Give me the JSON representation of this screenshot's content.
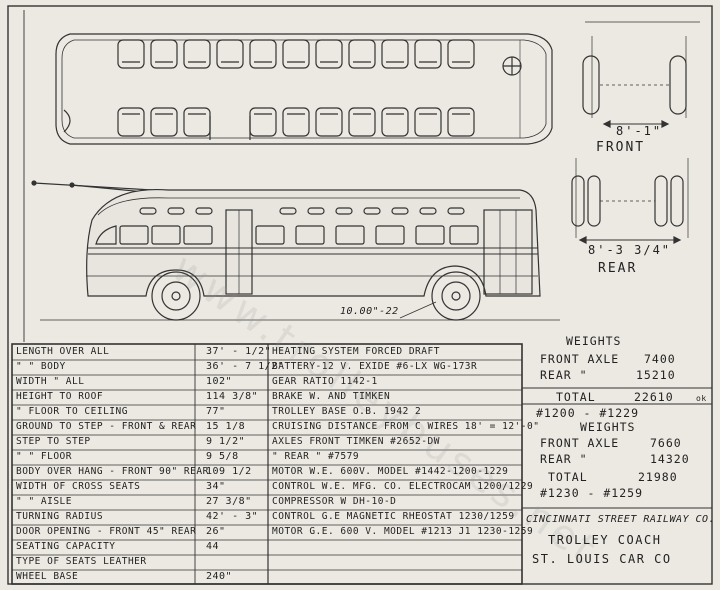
{
  "watermark": "www.trolleybuses.net",
  "labels": {
    "front_width": "8'-1\"",
    "front": "FRONT",
    "rear_width": "8'-3 3/4\"",
    "rear": "REAR",
    "tire": "10.00\"-22"
  },
  "specs_left": [
    {
      "label": "LENGTH OVER ALL",
      "value": "37' - 1/2\""
    },
    {
      "label": "\"    \"  BODY",
      "value": "36' - 7 1/2\""
    },
    {
      "label": "WIDTH    \" ALL",
      "value": "102\""
    },
    {
      "label": "HEIGHT TO ROOF",
      "value": "114 3/8\""
    },
    {
      "label": "\" FLOOR TO CEILING",
      "value": "77\""
    },
    {
      "label": "GROUND TO STEP - FRONT & REAR",
      "value": "15 1/8"
    },
    {
      "label": "STEP TO STEP",
      "value": "9 1/2\""
    },
    {
      "label": "\"   \" FLOOR",
      "value": "9 5/8"
    },
    {
      "label": "BODY OVER HANG - FRONT 90\"  REAR",
      "value": "109 1/2"
    },
    {
      "label": "WIDTH OF CROSS SEATS",
      "value": "34\""
    },
    {
      "label": "\"    \" AISLE",
      "value": "27 3/8\""
    },
    {
      "label": "TURNING RADIUS",
      "value": "42' - 3\""
    },
    {
      "label": "DOOR OPENING - FRONT 45\"  REAR",
      "value": "26\""
    },
    {
      "label": "SEATING CAPACITY",
      "value": "44"
    },
    {
      "label": "TYPE OF SEATS          LEATHER",
      "value": ""
    },
    {
      "label": "WHEEL BASE",
      "value": "240\""
    }
  ],
  "specs_mid": [
    "HEATING SYSTEM   FORCED DRAFT",
    "BATTERY-12 V. EXIDE #6-LX WG-173R",
    "GEAR RATIO 1142-1",
    "BRAKE  W. AND TIMKEN",
    "TROLLEY BASE  O.B.   1942 2",
    "CRUISING DISTANCE FROM C WIRES 18' = 12'-0\"",
    "AXLES FRONT    TIMKEN #2652-DW",
    "\"    REAR      \"   #7579",
    "MOTOR  W.E. 600V. MODEL #1442-1200-1229",
    "CONTROL  W.E. MFG. CO. ELECTROCAM 1200/1229",
    "COMPRESSOR  W  DH-10-D",
    "CONTROL G.E MAGNETIC RHEOSTAT 1230/1259",
    "MOTOR G.E. 600 V. MODEL #1213 J1 1230-1259",
    "",
    "",
    ""
  ],
  "weights1": {
    "title": "WEIGHTS",
    "front_axle_label": "FRONT AXLE",
    "front_axle": "7400",
    "rear_label": "REAR    \"",
    "rear": "15210",
    "total_label": "TOTAL",
    "total": "22610",
    "check": "ok",
    "range": "#1200 - #1229"
  },
  "weights2": {
    "title": "WEIGHTS",
    "front_axle_label": "FRONT AXLE",
    "front_axle": "7660",
    "rear_label": "REAR    \"",
    "rear": "14320",
    "total_label": "TOTAL",
    "total": "21980",
    "range": "#1230 - #1259"
  },
  "footer": {
    "line1": "CINCINNATI STREET RAILWAY CO.",
    "line2": "TROLLEY COACH",
    "line3": "ST. LOUIS CAR CO"
  }
}
